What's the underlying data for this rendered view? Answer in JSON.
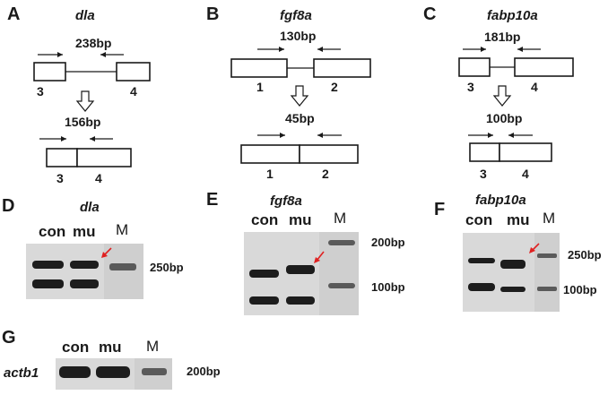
{
  "panels": {
    "A": {
      "letter": "A",
      "gene": "dla",
      "top_bp": "238bp",
      "top_exons": [
        "3",
        "4"
      ],
      "bottom_bp": "156bp",
      "bottom_exons": [
        "3",
        "4"
      ]
    },
    "B": {
      "letter": "B",
      "gene": "fgf8a",
      "top_bp": "130bp",
      "top_exons": [
        "1",
        "2"
      ],
      "bottom_bp": "45bp",
      "bottom_exons": [
        "1",
        "2"
      ]
    },
    "C": {
      "letter": "C",
      "gene": "fabp10a",
      "top_bp": "181bp",
      "top_exons": [
        "3",
        "4"
      ],
      "bottom_bp": "100bp",
      "bottom_exons": [
        "3",
        "4"
      ]
    },
    "D": {
      "letter": "D",
      "gene": "dla",
      "lanes": [
        "con",
        "mu",
        "M"
      ],
      "sizes": [
        "250bp"
      ]
    },
    "E": {
      "letter": "E",
      "gene": "fgf8a",
      "lanes": [
        "con",
        "mu",
        "M"
      ],
      "sizes": [
        "200bp",
        "100bp"
      ]
    },
    "F": {
      "letter": "F",
      "gene": "fabp10a",
      "lanes": [
        "con",
        "mu",
        "M"
      ],
      "sizes": [
        "250bp",
        "100bp"
      ]
    },
    "G": {
      "letter": "G",
      "gene": "actb1",
      "lanes": [
        "con",
        "mu",
        "M"
      ],
      "sizes": [
        "200bp"
      ]
    }
  },
  "colors": {
    "band": "#1d1d1d",
    "gel": "#d9d9d9",
    "mutation_arrow": "#e02020"
  }
}
